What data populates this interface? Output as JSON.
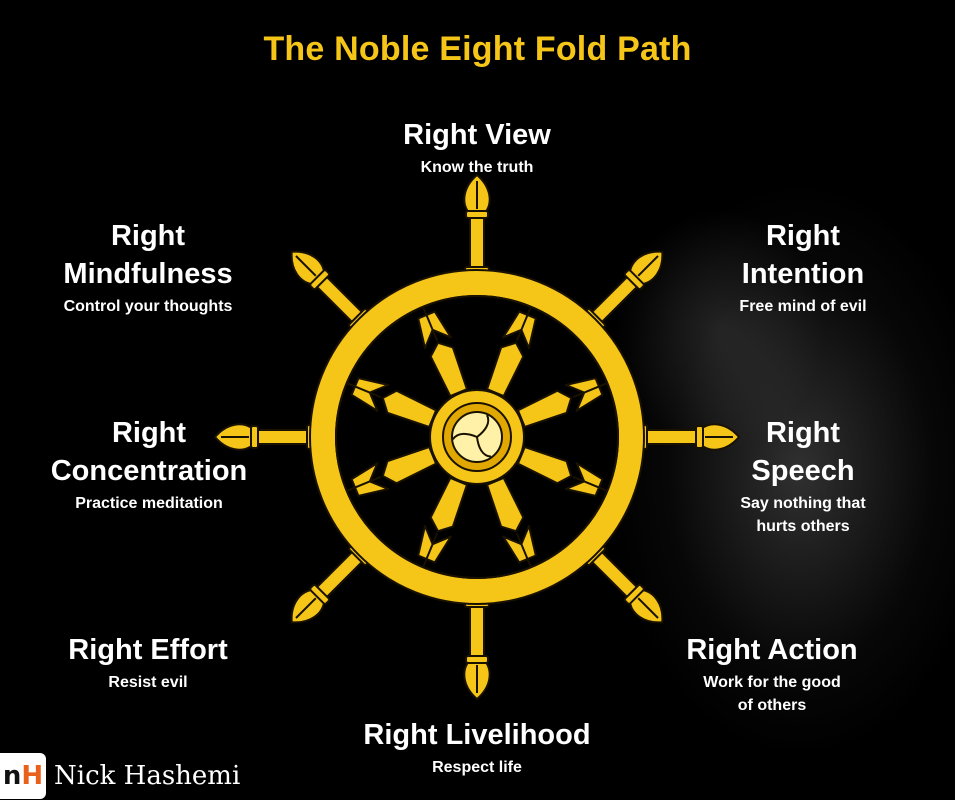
{
  "title": "The Noble Eight Fold Path",
  "colors": {
    "title": "#f5c518",
    "wheel": "#f5c518",
    "wheel_dark": "#e0a800",
    "outline": "#1a1200"
  },
  "wheel_icon": "dharma-wheel",
  "nodes": {
    "view": {
      "title": "Right View",
      "desc": "Know the truth"
    },
    "intention": {
      "title_line1": "Right",
      "title_line2": "Intention",
      "desc": "Free mind of evil"
    },
    "speech": {
      "title_line1": "Right",
      "title_line2": "Speech",
      "desc_line1": "Say nothing that",
      "desc_line2": "hurts others"
    },
    "action": {
      "title": "Right Action",
      "desc_line1": "Work for the good",
      "desc_line2": "of others"
    },
    "livelihood": {
      "title": "Right Livelihood",
      "desc": "Respect life"
    },
    "effort": {
      "title": "Right Effort",
      "desc": "Resist evil"
    },
    "concentration": {
      "title_line1": "Right",
      "title_line2": "Concentration",
      "desc": "Practice meditation"
    },
    "mindfulness": {
      "title_line1": "Right",
      "title_line2": "Mindfulness",
      "desc": "Control your thoughts"
    }
  },
  "brand": {
    "logo_n": "n",
    "logo_h": "H",
    "name": "Nick Hashemi"
  }
}
